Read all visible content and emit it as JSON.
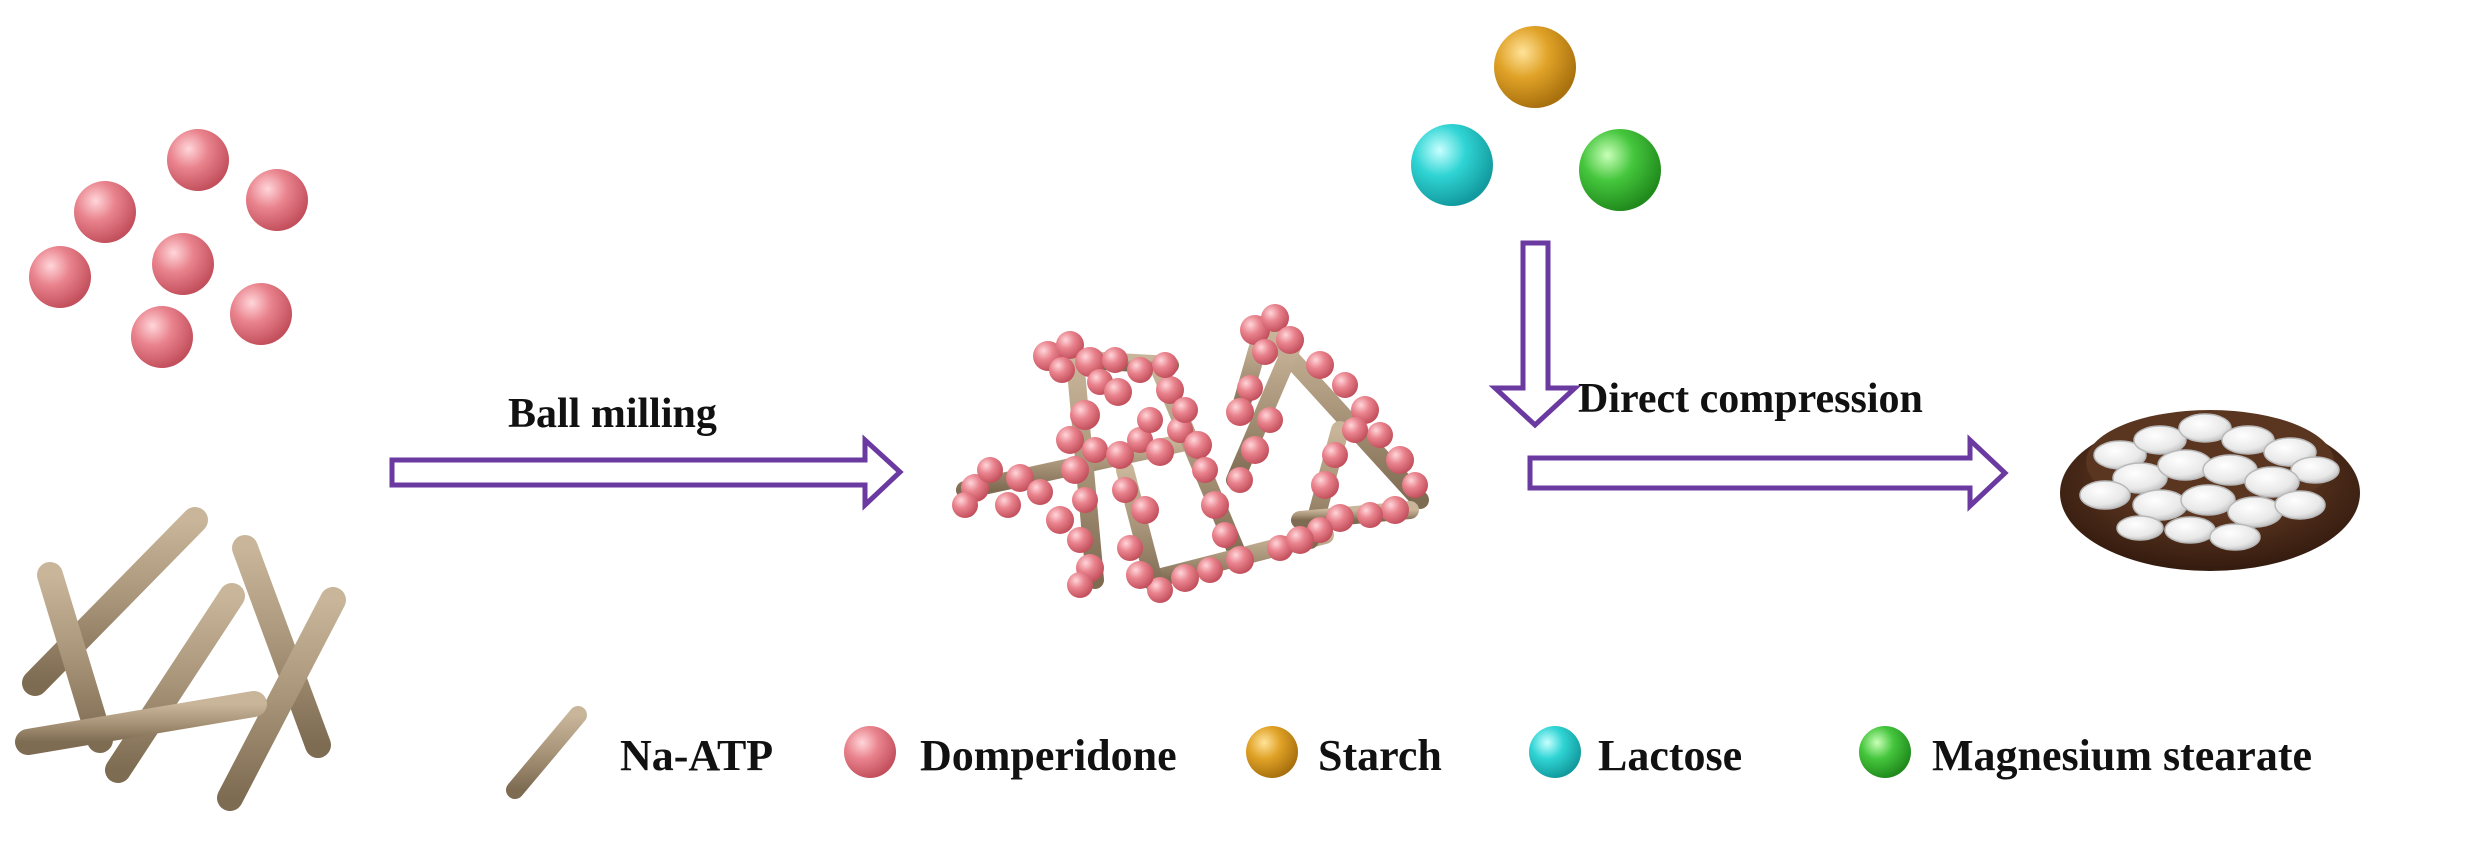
{
  "steps": {
    "ball_milling": "Ball milling",
    "direct_compression": "Direct compression"
  },
  "legend": [
    {
      "key": "na_atp",
      "label": "Na-ATP",
      "icon": "rod-icon",
      "color": "#a89478"
    },
    {
      "key": "domperidone",
      "label": "Domperidone",
      "icon": "sphere-icon",
      "color": "#e0707c"
    },
    {
      "key": "starch",
      "label": "Starch",
      "icon": "sphere-icon",
      "color": "#d99a1e"
    },
    {
      "key": "lactose",
      "label": "Lactose",
      "icon": "sphere-icon",
      "color": "#2ccfcf"
    },
    {
      "key": "magnesium_stearate",
      "label": "Magnesium stearate",
      "icon": "sphere-icon",
      "color": "#3ec23a"
    }
  ],
  "colors": {
    "arrow_outline": "#6a3aa0",
    "rod": "#a89478",
    "domperidone": "#e0707c",
    "starch": "#d99a1e",
    "lactose": "#2ccfcf",
    "magnesium_stearate": "#3ec23a",
    "bowl": "#4a2a1a",
    "tablet": "#f2f2f2"
  }
}
